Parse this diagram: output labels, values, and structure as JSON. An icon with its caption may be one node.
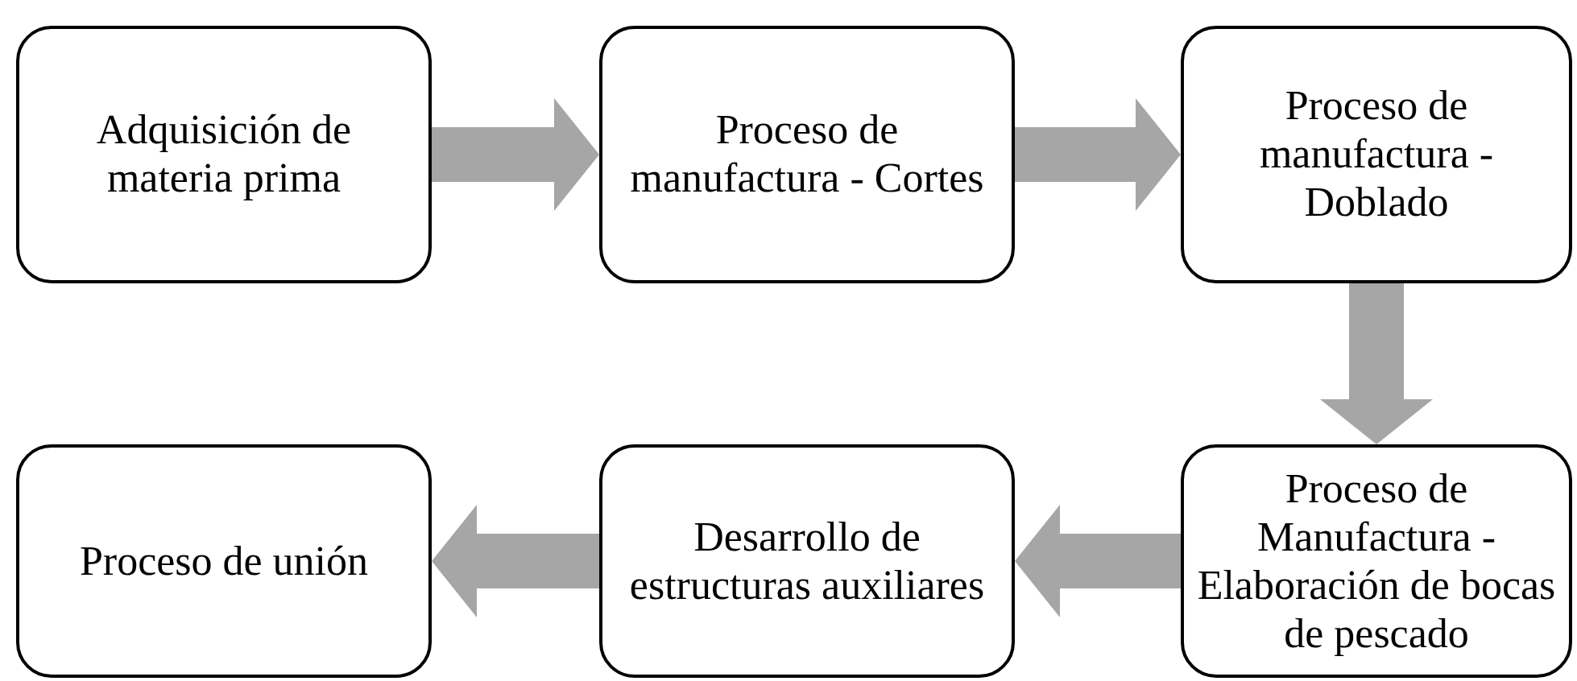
{
  "diagram": {
    "nodes": [
      {
        "text": [
          "Adquisición de materia prima"
        ]
      },
      {
        "text": [
          "Proceso de manufactura - Cortes"
        ]
      },
      {
        "text": [
          "Proceso de manufactura - Doblado"
        ]
      },
      {
        "text": [
          "Proceso de Manufactura - Elaboración de bocas de pescado"
        ]
      },
      {
        "text": [
          "Desarrollo de estructuras auxiliares"
        ]
      },
      {
        "text": [
          "Proceso de unión"
        ]
      }
    ],
    "edges": [
      {
        "from": 0,
        "to": 1,
        "arrow": "to",
        "style": "thick",
        "color": "#a6a6a6"
      },
      {
        "from": 1,
        "to": 2,
        "arrow": "to",
        "style": "thick",
        "color": "#a6a6a6"
      },
      {
        "from": 2,
        "to": 3,
        "arrow": "to",
        "style": "thick",
        "color": "#a6a6a6"
      },
      {
        "from": 3,
        "to": 4,
        "arrow": "to",
        "style": "thick",
        "color": "#a6a6a6"
      },
      {
        "from": 4,
        "to": 5,
        "arrow": "to",
        "style": "thick",
        "color": "#a6a6a6"
      }
    ]
  }
}
